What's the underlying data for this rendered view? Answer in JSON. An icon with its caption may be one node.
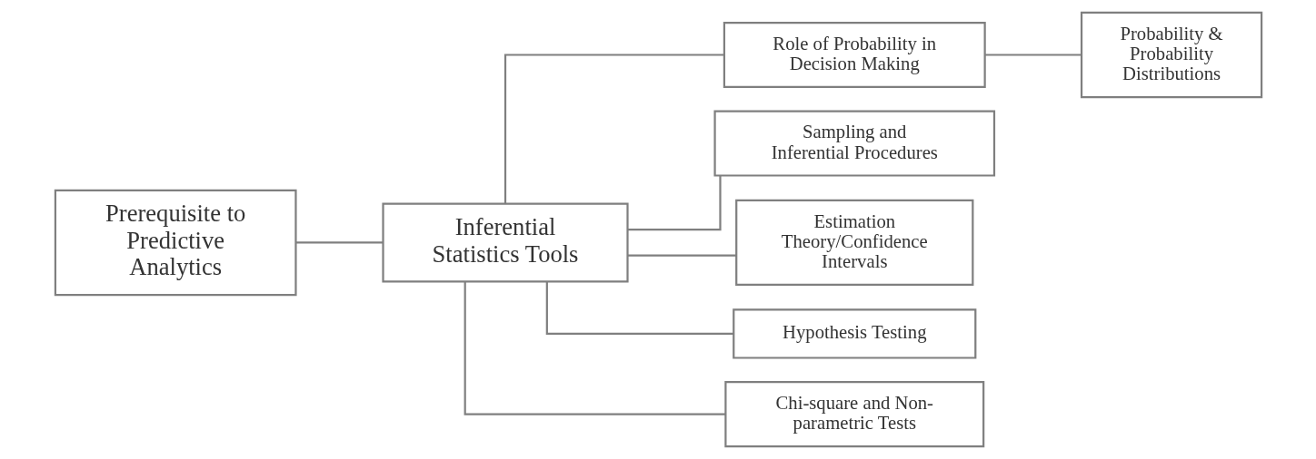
{
  "diagram": {
    "nodes": [
      {
        "text": [
          "Prerequisite to Predictive Analytics"
        ]
      },
      {
        "text": [
          "Inferential Statistics Tools"
        ]
      },
      {
        "text": [
          "Role of Probability in Decision Making"
        ]
      },
      {
        "text": [
          "Probability & Probability Distributions"
        ]
      },
      {
        "text": [
          "Sampling and Inferential Procedures"
        ]
      },
      {
        "text": [
          "Estimation Theory/Confidence Intervals"
        ]
      },
      {
        "text": [
          "Hypothesis Testing"
        ]
      },
      {
        "text": [
          "Chi-square and Non-parametric Tests"
        ]
      }
    ],
    "edges": [
      {
        "from": 0,
        "to": 1,
        "arrow": "none"
      },
      {
        "from": 1,
        "to": 2,
        "arrow": "none"
      },
      {
        "from": 2,
        "to": 3,
        "arrow": "none"
      },
      {
        "from": 1,
        "to": 4,
        "arrow": "none"
      },
      {
        "from": 1,
        "to": 5,
        "arrow": "none"
      },
      {
        "from": 1,
        "to": 6,
        "arrow": "none"
      },
      {
        "from": 1,
        "to": 7,
        "arrow": "none"
      }
    ]
  }
}
